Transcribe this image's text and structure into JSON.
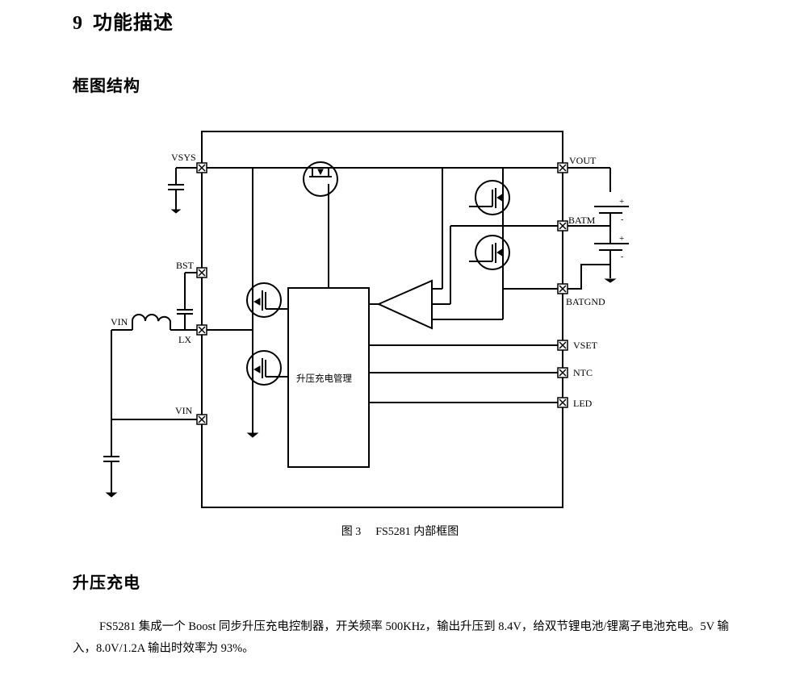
{
  "section": {
    "number": "9",
    "title": "功能描述"
  },
  "subsections": {
    "block_diagram_title": "框图结构",
    "boost_charge_title": "升压充电"
  },
  "diagram": {
    "pins": {
      "vsys": "VSYS",
      "bst": "BST",
      "lx": "LX",
      "vin_pin": "VIN",
      "vin_ext": "VIN",
      "vout": "VOUT",
      "batm": "BATM",
      "batgnd": "BATGND",
      "vset": "VSET",
      "ntc": "NTC",
      "led": "LED"
    },
    "core_block_label": "升压充电管理",
    "battery_plus": "+",
    "battery_minus": "-"
  },
  "figure_caption": {
    "number": "图 3",
    "title": "FS5281 内部框图"
  },
  "paragraph": {
    "text": "FS5281 集成一个 Boost 同步升压充电控制器，开关频率 500KHz，输出升压到 8.4V，给双节锂电池/锂离子电池充电。5V 输入，8.0V/1.2A 输出时效率为 93%。"
  },
  "colors": {
    "ink": "#000000",
    "background": "#ffffff"
  }
}
